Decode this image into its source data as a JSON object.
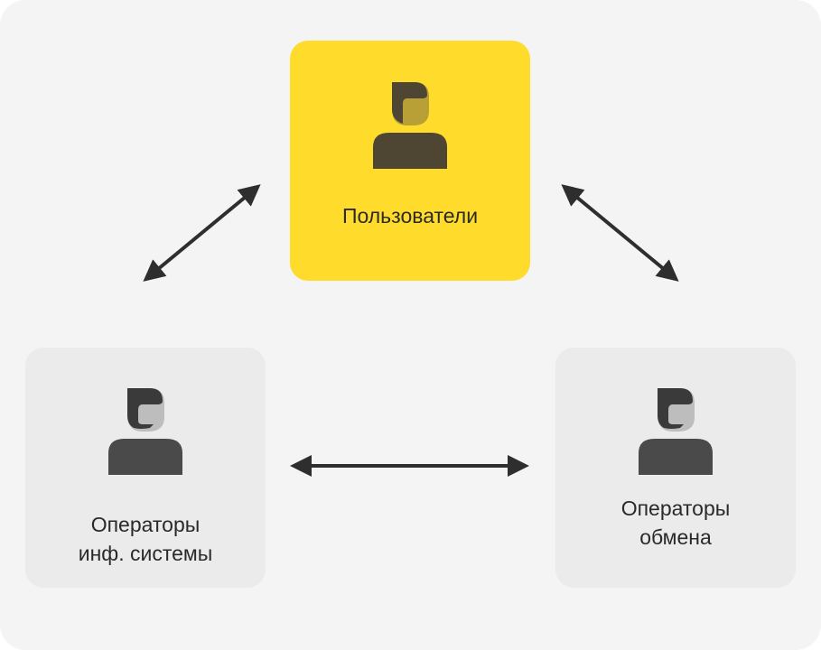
{
  "nodes": {
    "users": {
      "lines": [
        "Пользователи"
      ],
      "icon": "user-icon",
      "color": "#ffdc2b"
    },
    "is_operators": {
      "lines": [
        "Операторы",
        "инф. системы"
      ],
      "icon": "user-icon",
      "color": "#ebebeb"
    },
    "exchange_operators": {
      "lines": [
        "Операторы",
        "обмена"
      ],
      "icon": "user-icon",
      "color": "#ebebeb"
    }
  },
  "connections": [
    {
      "from": "users",
      "to": "is_operators",
      "type": "bidirectional"
    },
    {
      "from": "users",
      "to": "exchange_operators",
      "type": "bidirectional"
    },
    {
      "from": "is_operators",
      "to": "exchange_operators",
      "type": "bidirectional"
    }
  ],
  "colors": {
    "background": "#f4f4f4",
    "arrow": "#2e2e2e"
  }
}
